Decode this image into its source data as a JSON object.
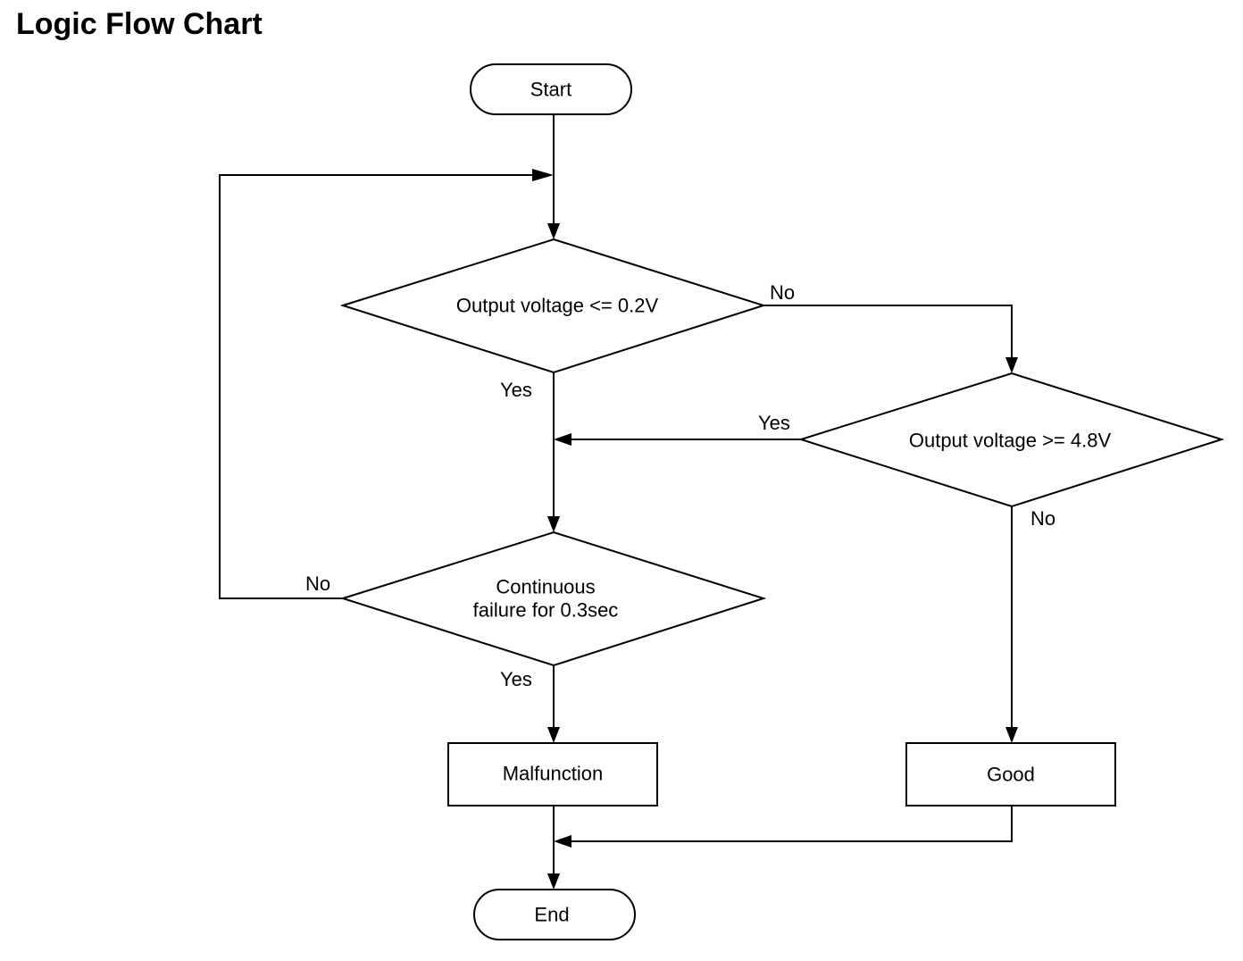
{
  "title": "Logic Flow Chart",
  "nodes": {
    "start": "Start",
    "decision_low": "Output voltage <= 0.2V",
    "decision_high": "Output voltage >= 4.8V",
    "decision_continuous": [
      "Continuous",
      "failure for 0.3sec"
    ],
    "malfunction": "Malfunction",
    "good": "Good",
    "end": "End"
  },
  "labels": {
    "low_no": "No",
    "low_yes": "Yes",
    "high_yes": "Yes",
    "high_no": "No",
    "continuous_no": "No",
    "continuous_yes": "Yes"
  }
}
